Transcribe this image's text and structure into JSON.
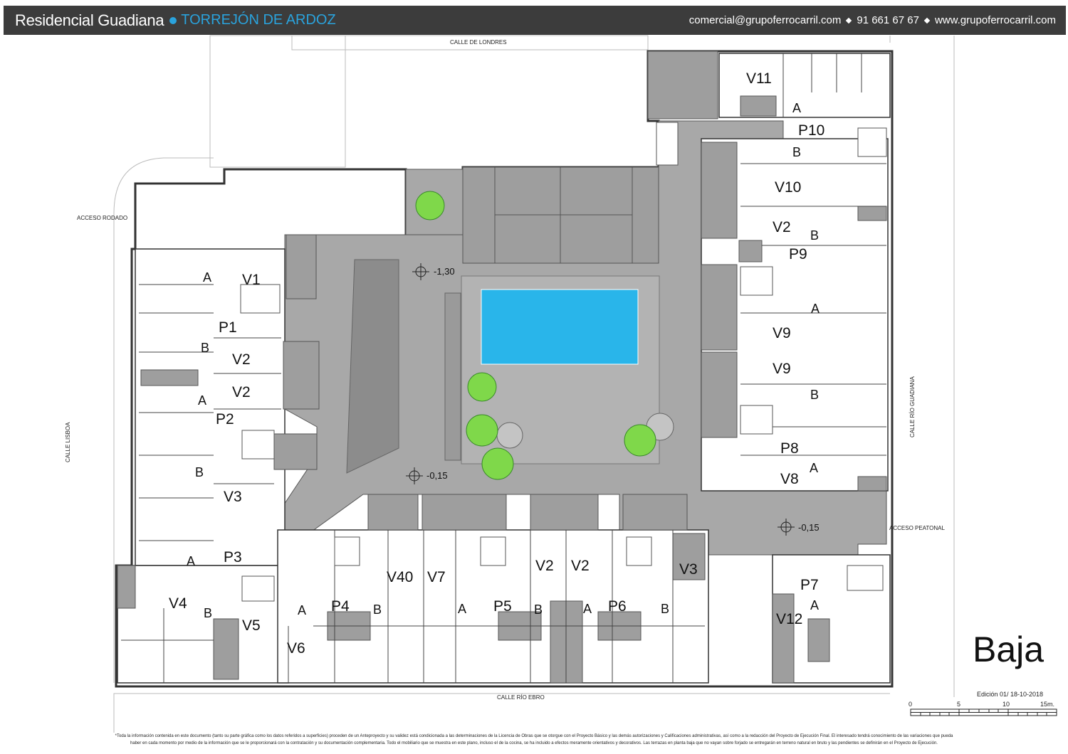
{
  "header": {
    "title": "Residencial Guadiana",
    "city": "TORREJÓN DE ARDOZ",
    "email": "comercial@grupoferrocarril.com",
    "phone": "91 661 67 67",
    "website": "www.grupoferrocarril.com"
  },
  "streets": {
    "north": "CALLE DE LONDRES",
    "west": "CALLE LISBOA",
    "east": "CALLE RÍO GUADIANA",
    "south": "CALLE RÍO EBRO",
    "vehicle_access": "ACCESO RODADO",
    "pedestrian_access": "ACCESO PEATONAL"
  },
  "levels": [
    "-1,30",
    "-0,15",
    "-0,15"
  ],
  "units": [
    "V11",
    "P10",
    "V10",
    "V2",
    "P9",
    "V9",
    "V9",
    "P8",
    "V8",
    "V1",
    "P1",
    "V2",
    "V2",
    "P2",
    "V3",
    "P3",
    "V4",
    "V5",
    "V6",
    "P4",
    "V40",
    "V7",
    "P5",
    "V2",
    "V2",
    "P6",
    "V3",
    "P7",
    "V12"
  ],
  "entrances": {
    "a": "A",
    "b": "B"
  },
  "floor_name": "Baja",
  "edition": "Edición 01/ 18-10-2018",
  "scale": {
    "ticks": [
      "0",
      "5",
      "10",
      "15m."
    ]
  },
  "colors": {
    "header": "#3c3c3c",
    "accent": "#2aa3dd",
    "pool": "#29b5ea",
    "tree": "#7fd84a",
    "common": "#a8a8a8"
  },
  "disclaimer": [
    "*Toda la información contenida en este documento (tanto su parte gráfica como los datos referidos a superficies) proceden de un Anteproyecto y su validez está condicionada a las determinaciones de la Licencia de Obras que se otorgue con el Proyecto Básico y las demás autorizaciones y Calificaciones administrativas, así como a la redacción del Proyecto de Ejecución Final. El interesado tendrá conocimiento de las variaciones que pueda",
    "haber en cada momento por medio de la información que se le proporcionará con la contratación y su documentación complementaria. Todo el mobiliario que se muestra en este plano, incluso el de la cocina, se ha incluido a efectos meramente orientativos y decorativos. Las terrazas en planta baja que no vayan sobre forjado se entregarán en terreno natural en bruto y las pendientes se definirán en el Proyecto de Ejecución."
  ]
}
